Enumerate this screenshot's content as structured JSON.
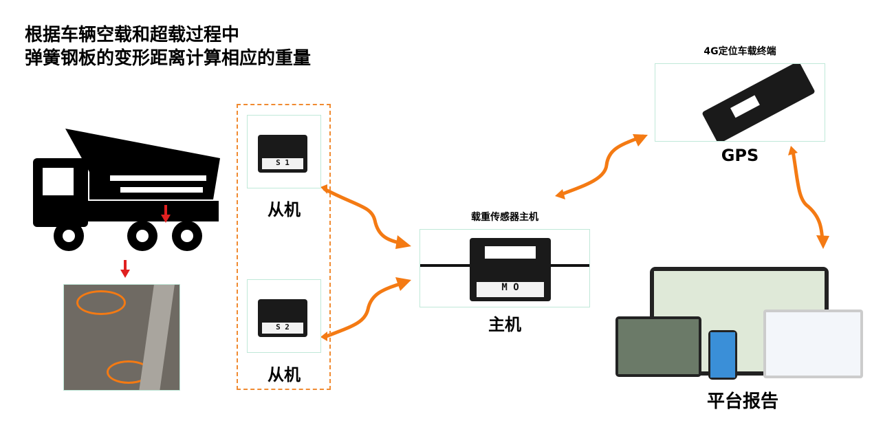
{
  "title": {
    "line1": "根据车辆空载和超载过程中",
    "line2": "弹簧钢板的变形距离计算相应的重量"
  },
  "slave1": {
    "label": "从机",
    "plate": "S 1"
  },
  "slave2": {
    "label": "从机",
    "plate": "S 2"
  },
  "host": {
    "caption": "载重传感器主机",
    "label": "主机",
    "plate": "M O"
  },
  "gps": {
    "caption": "4G定位车载终端",
    "label": "GPS"
  },
  "platform": {
    "label": "平台报告"
  },
  "colors": {
    "arrow": "#f47a13",
    "dash": "#f08a30",
    "red": "#e02020"
  }
}
